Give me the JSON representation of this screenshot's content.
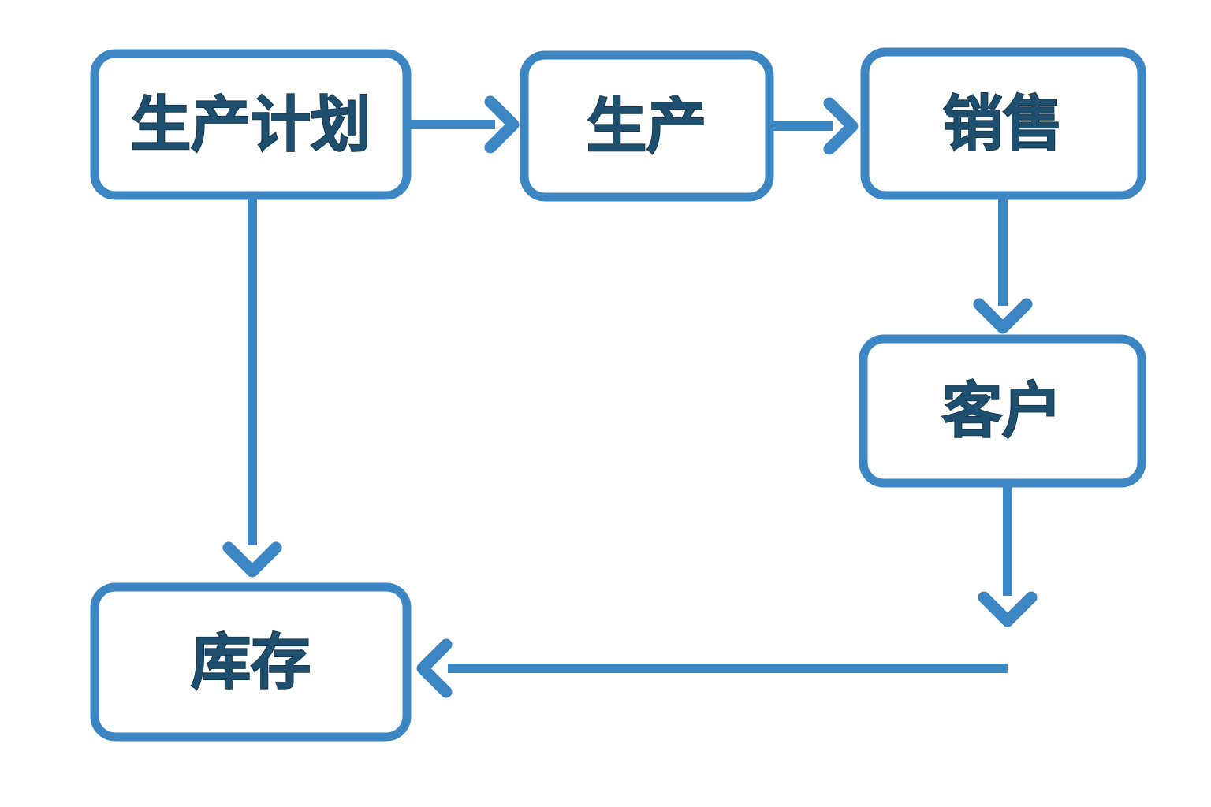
{
  "diagram": {
    "type": "flowchart",
    "nodes": [
      {
        "id": "production-plan",
        "label": "生产计划"
      },
      {
        "id": "production",
        "label": "生产"
      },
      {
        "id": "sales",
        "label": "销售"
      },
      {
        "id": "customer",
        "label": "客户"
      },
      {
        "id": "inventory",
        "label": "库存"
      }
    ],
    "edges": [
      {
        "from": "production-plan",
        "to": "production",
        "direction": "right"
      },
      {
        "from": "production",
        "to": "sales",
        "direction": "right"
      },
      {
        "from": "sales",
        "to": "customer",
        "direction": "down"
      },
      {
        "from": "production-plan",
        "to": "inventory",
        "direction": "down"
      },
      {
        "from": "customer",
        "to": "inventory",
        "direction": "down-then-left"
      }
    ]
  },
  "colors": {
    "box_border": "#3c86c3",
    "box_fill": "#ffffff",
    "arrow": "#3c86c3",
    "text": "#1f4f6e",
    "text_outline": "#16384d",
    "background": "#ffffff"
  }
}
